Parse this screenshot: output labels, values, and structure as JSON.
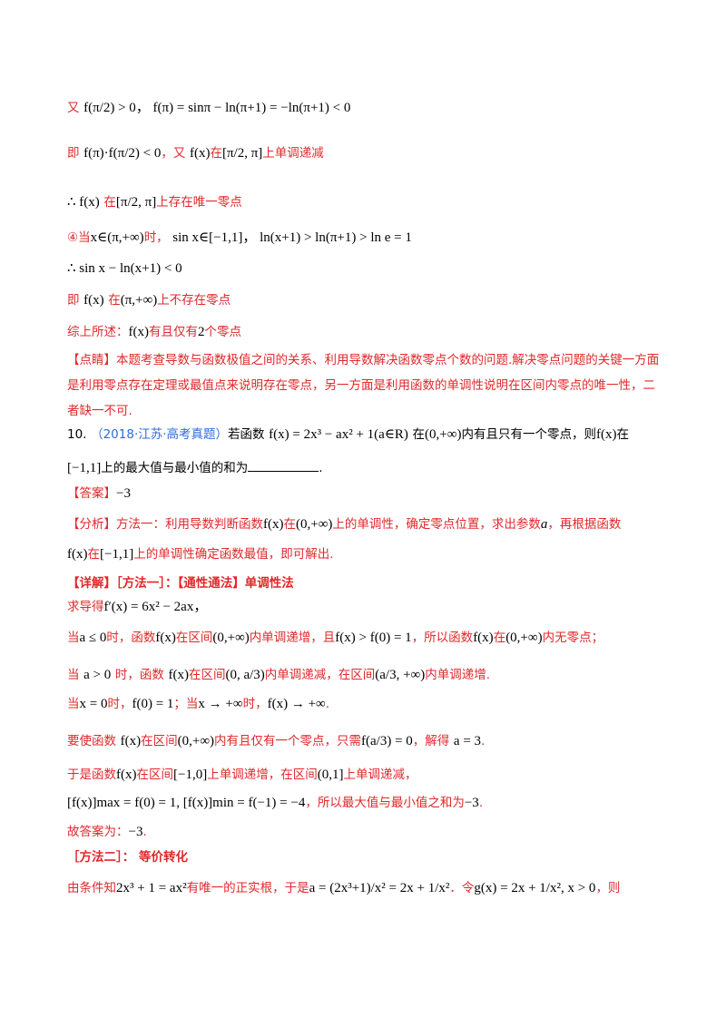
{
  "lines": {
    "l1": {
      "red": "又",
      "math": "f(π/2) > 0，  f(π) = sinπ − ln(π+1) = −ln(π+1) < 0"
    },
    "l2": {
      "red1": "即",
      "math1": "f(π)·f(π/2) < 0",
      "red2": "，又",
      "math2": "f(x)",
      "red3": "在",
      "math3": "[π/2, π]",
      "red4": "上单调递减"
    },
    "l3": {
      "math1": "∴ f(x)",
      "red1": "在",
      "math2": "[π/2, π]",
      "red2": "上存在唯一零点"
    },
    "l4": {
      "red1": "④当",
      "math1": "x∈(π,+∞)",
      "red2": "时，",
      "math2": "sin x∈[−1,1]，  ln(x+1) > ln(π+1) > ln e = 1"
    },
    "l5": {
      "math": "∴ sin x − ln(x+1) < 0"
    },
    "l6": {
      "red1": "即",
      "math1": "f(x)",
      "red2": "在",
      "math2": "(π,+∞)",
      "red3": "上不存在零点"
    },
    "l7": {
      "red1": "综上所述：",
      "math1": "f(x)",
      "red2": "有且仅有",
      "math2": "2",
      "red3": "个零点"
    }
  },
  "comment": "【点睛】本题考查导数与函数极值之间的关系、利用导数解决函数零点个数的问题.解决零点问题的关键一方面是利用零点存在定理或最值点来说明存在零点，另一方面是利用函数的单调性说明在区间内零点的唯一性，二者缺一不可.",
  "q10": {
    "num": "10.",
    "source": "（2018·江苏·高考真题）",
    "text1": "若函数",
    "math1": "f(x) = 2x³ − ax² + 1(a∈R)",
    "text2": "在",
    "math2": "(0,+∞)",
    "text3": "内有且只有一个零点，则",
    "math3": "f(x)",
    "text4": "在",
    "math4": "[−1,1]",
    "text5": "上的最大值与最小值的和为",
    "end": "."
  },
  "answer": {
    "label": "【答案】",
    "value": "−3"
  },
  "analysis": {
    "label": "【分析】",
    "t1": "方法一：利用导数判断函数",
    "m1": "f(x)",
    "t2": "在",
    "m2": "(0,+∞)",
    "t3": "上的单调性，确定零点位置，求出参数",
    "m3": "a",
    "t4": "，再根据函数",
    "m4": "f(x)",
    "t5": "在",
    "m5": "[−1,1]",
    "t6": "上的单调性确定函数最值，即可解出."
  },
  "detail": {
    "heading": "【详解】［方法一］：【通性通法】单调性法",
    "d1": {
      "t": "求导得",
      "m": "f′(x) = 6x² − 2ax，"
    },
    "d2": {
      "t1": "当",
      "m1": "a ≤ 0",
      "t2": "时，函数",
      "m2": "f(x)",
      "t3": "在区间",
      "m3": "(0,+∞)",
      "t4": "内单调递增，且",
      "m4": "f(x) > f(0) = 1",
      "t5": "，所以函数",
      "m5": "f(x)",
      "t6": "在",
      "m6": "(0,+∞)",
      "t7": "内无零点；"
    },
    "d3": {
      "t1": "当",
      "m1": "a > 0",
      "t2": "时，函数",
      "m2": "f(x)",
      "t3": "在区间",
      "m3": "(0, a/3)",
      "t4": "内单调递减，在区间",
      "m4": "(a/3, +∞)",
      "t5": "内单调递增."
    },
    "d4": {
      "t1": "当",
      "m1": "x = 0",
      "t2": "时，",
      "m2": "f(0) = 1",
      "t3": "；当",
      "m3": "x → +∞",
      "t4": "时，",
      "m4": "f(x) → +∞",
      "t5": "."
    },
    "d5": {
      "t1": "要使函数",
      "m1": "f(x)",
      "t2": "在区间",
      "m2": "(0,+∞)",
      "t3": "内有且仅有一个零点，只需",
      "m3": "f(a/3) = 0",
      "t4": "，解得",
      "m4": "a = 3",
      "t5": "."
    },
    "d6": {
      "t1": "于是函数",
      "m1": "f(x)",
      "t2": "在区间",
      "m2": "[−1,0]",
      "t3": "上单调递增，在区间",
      "m3": "(0,1]",
      "t4": "上单调递减，"
    },
    "d7": {
      "m1": "[f(x)]max = f(0) = 1, [f(x)]min = f(−1) = −4",
      "t1": "，所以最大值与最小值之和为",
      "m2": "−3",
      "t2": "."
    },
    "d8": {
      "t1": "故答案为：",
      "m1": "−3",
      "t2": "."
    }
  },
  "method2": {
    "heading": "［方法二］： 等价转化",
    "t1": "由条件知",
    "m1": "2x³ + 1 = ax²",
    "t2": "有唯一的正实根，于是",
    "m2": "a = (2x³+1)/x² = 2x + 1/x²",
    "t3": "．令",
    "m3": "g(x) = 2x + 1/x², x > 0",
    "t4": "，则"
  }
}
